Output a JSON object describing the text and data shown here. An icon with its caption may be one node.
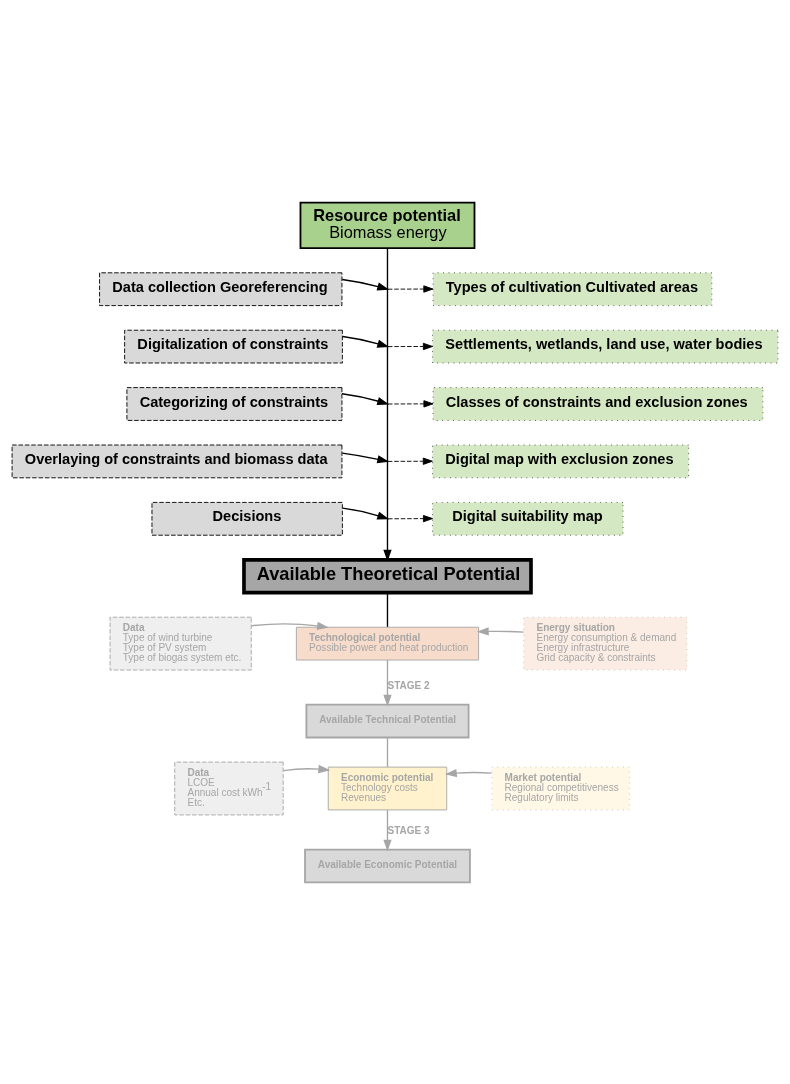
{
  "diagram": {
    "nodes": [
      {
        "text": [
          "Resource potential",
          "Biomass energy"
        ]
      },
      {
        "text": [
          "Data collection Georeferencing"
        ]
      },
      {
        "text": [
          "Types of cultivation Cultivated areas"
        ]
      },
      {
        "text": [
          "Digitalization of constraints"
        ]
      },
      {
        "text": [
          "Settlements, wetlands, land use, water bodies"
        ]
      },
      {
        "text": [
          "Categorizing of constraints"
        ]
      },
      {
        "text": [
          "Classes of constraints and exclusion zones"
        ]
      },
      {
        "text": [
          "Overlaying of constraints and biomass data"
        ]
      },
      {
        "text": [
          "Digital map with exclusion zones"
        ]
      },
      {
        "text": [
          "Decisions"
        ]
      },
      {
        "text": [
          "Digital suitability map"
        ]
      },
      {
        "text": [
          "Available Theoretical Potential"
        ]
      },
      {
        "text": [
          "Data",
          "Type of wind turbine",
          "Type of PV system",
          "Type of biogas system etc."
        ]
      },
      {
        "text": [
          "Technological potential",
          "Possible power and heat production"
        ]
      },
      {
        "text": [
          "Energy situation",
          "Energy consumption & demand",
          "Energy infrastructure",
          "Grid capacity & constraints"
        ]
      },
      {
        "text": [
          "Available Technical Potential"
        ]
      },
      {
        "text": [
          "Data",
          "LCOE",
          "Annual cost kWh$^{-1}$",
          "Etc."
        ]
      },
      {
        "text": [
          "Economic potential",
          "Technology costs",
          "Revenues"
        ]
      },
      {
        "text": [
          "Market potential",
          "Regional competitiveness",
          "Regulatory limits"
        ]
      },
      {
        "text": [
          "Available Economic Potential"
        ]
      }
    ],
    "edges": [
      {
        "from": 0,
        "to": 11,
        "arrow": "to"
      },
      {
        "from": 1,
        "to": null,
        "arrow": "to"
      },
      {
        "from": null,
        "to": 2,
        "arrow": "to",
        "style": "dashed"
      },
      {
        "from": 3,
        "to": null,
        "arrow": "to"
      },
      {
        "from": null,
        "to": 4,
        "arrow": "to",
        "style": "dashed"
      },
      {
        "from": 5,
        "to": null,
        "arrow": "to"
      },
      {
        "from": null,
        "to": 6,
        "arrow": "to",
        "style": "dashed"
      },
      {
        "from": 7,
        "to": null,
        "arrow": "to"
      },
      {
        "from": null,
        "to": 8,
        "arrow": "to",
        "style": "dashed"
      },
      {
        "from": 9,
        "to": null,
        "arrow": "to"
      },
      {
        "from": null,
        "to": 10,
        "arrow": "to",
        "style": "dashed"
      },
      {
        "from": 11,
        "to": 13,
        "arrow": "none"
      },
      {
        "from": 12,
        "to": 13,
        "arrow": "to",
        "color": "#a6a6a6"
      },
      {
        "from": 14,
        "to": 13,
        "arrow": "to",
        "color": "#a6a6a6"
      },
      {
        "from": 13,
        "to": 15,
        "arrow": "to",
        "label": "STAGE 2",
        "color": "#a6a6a6"
      },
      {
        "from": 15,
        "to": 17,
        "arrow": "none",
        "color": "#a6a6a6"
      },
      {
        "from": 16,
        "to": 17,
        "arrow": "to",
        "color": "#a6a6a6"
      },
      {
        "from": 18,
        "to": 17,
        "arrow": "to",
        "color": "#a6a6a6"
      },
      {
        "from": 17,
        "to": 19,
        "arrow": "to",
        "label": "STAGE 3",
        "color": "#a6a6a6"
      }
    ]
  }
}
